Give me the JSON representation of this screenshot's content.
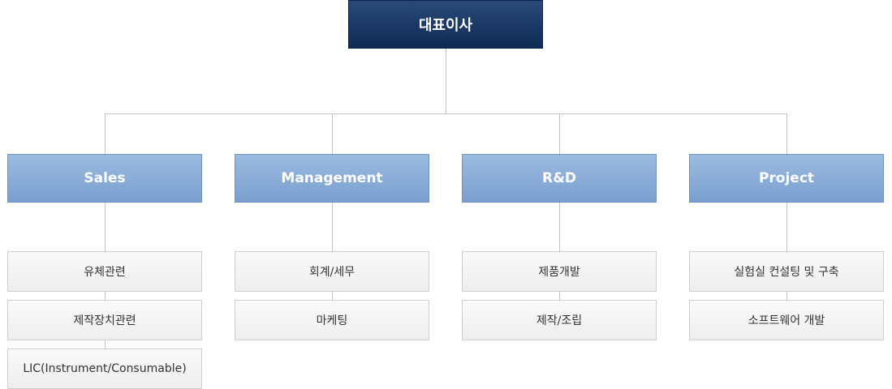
{
  "colors": {
    "ceo_box": "#1a3766",
    "dept_box": "#8aadd9",
    "item_box": "#f3f3f3",
    "connector": "#c4c4c4"
  },
  "org": {
    "ceo": "대표이사",
    "departments": [
      {
        "name": "Sales",
        "items": [
          "유체관련",
          "제작장치관련",
          "LIC(Instrument/Consumable)"
        ]
      },
      {
        "name": "Management",
        "items": [
          "회계/세무",
          "마케팅"
        ]
      },
      {
        "name": "R&D",
        "items": [
          "제품개발",
          "제작/조립"
        ]
      },
      {
        "name": "Project",
        "items": [
          "실험실 컨설팅 및 구축",
          "소프트웨어 개발"
        ]
      }
    ]
  }
}
